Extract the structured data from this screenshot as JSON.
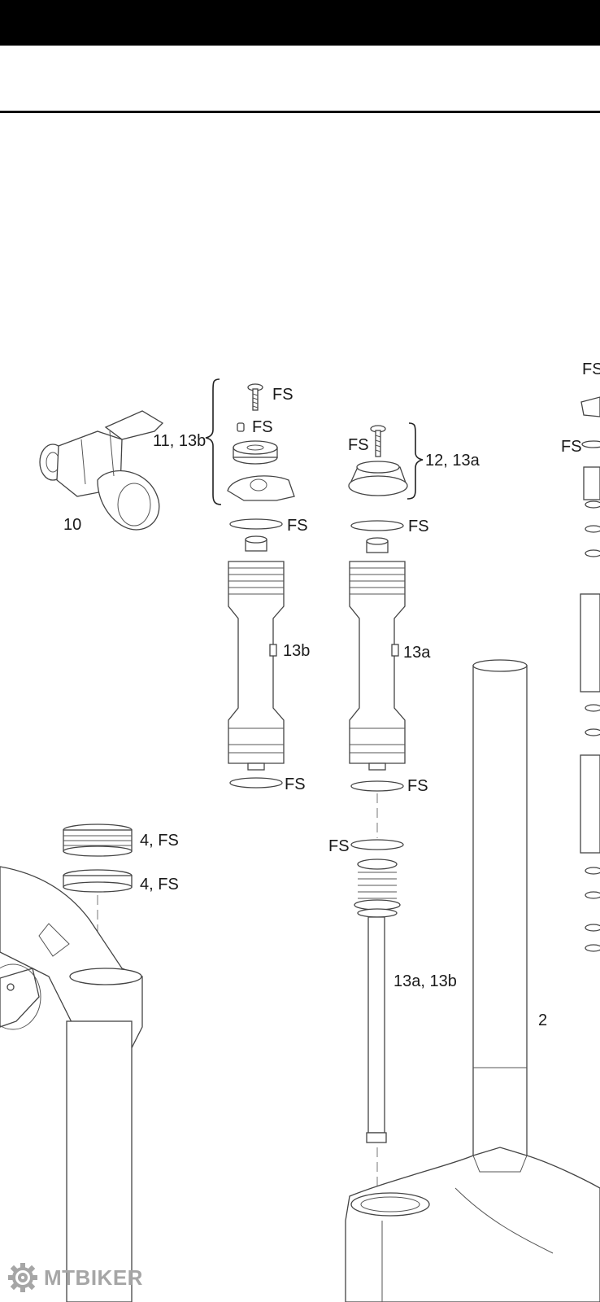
{
  "labels": {
    "top_fs": "FS",
    "screw_fs": "FS",
    "setscrew_fs": "FS",
    "group_11_13b": "11, 13b",
    "remote": "10",
    "screw2_fs": "FS",
    "group_12_13a": "12, 13a",
    "right_fs": "FS",
    "oring_a_fs": "FS",
    "oring_b_fs": "FS",
    "cart_13b": "13b",
    "cart_13a": "13a",
    "oring_c_fs": "FS",
    "oring_d_fs": "FS",
    "seal_1": "4, FS",
    "seal_2": "4, FS",
    "spring_fs": "FS",
    "shaft": "13a, 13b",
    "stanchion": "2"
  },
  "watermark": {
    "brand": "MTBIKER",
    "icon": "gear-logo-icon"
  },
  "colors": {
    "line": "#444444",
    "text": "#1a1a1a",
    "watermark": "#a6a6a6",
    "bar": "#000000"
  }
}
